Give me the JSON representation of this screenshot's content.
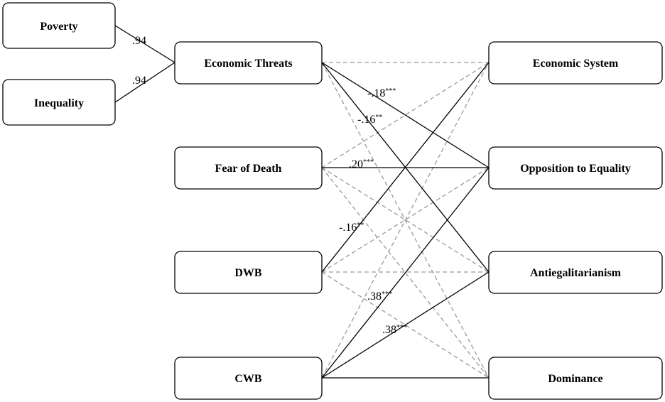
{
  "nodes": {
    "poverty": "Poverty",
    "inequality": "Inequality",
    "economic_threats": "Economic Threats",
    "fear_of_death": "Fear of Death",
    "dwb": "DWB",
    "cwb": "CWB",
    "economic_system": "Economic System",
    "opposition_to_equality": "Opposition to Equality",
    "antiegalitarianism": "Antiegalitarianism",
    "dominance": "Dominance"
  },
  "loadings": {
    "poverty": ".94",
    "inequality": ".94"
  },
  "paths": {
    "et_oe": {
      "value": "-.18",
      "stars": "***"
    },
    "et_anti": {
      "value": "-.16",
      "stars": "**"
    },
    "fod_oe": {
      "value": ".20",
      "stars": "***"
    },
    "dwb_es": {
      "value": "-.16",
      "stars": "**"
    },
    "cwb_oe": {
      "value": ".38",
      "stars": "***"
    },
    "cwb_anti": {
      "value": ".38",
      "stars": "***"
    }
  }
}
